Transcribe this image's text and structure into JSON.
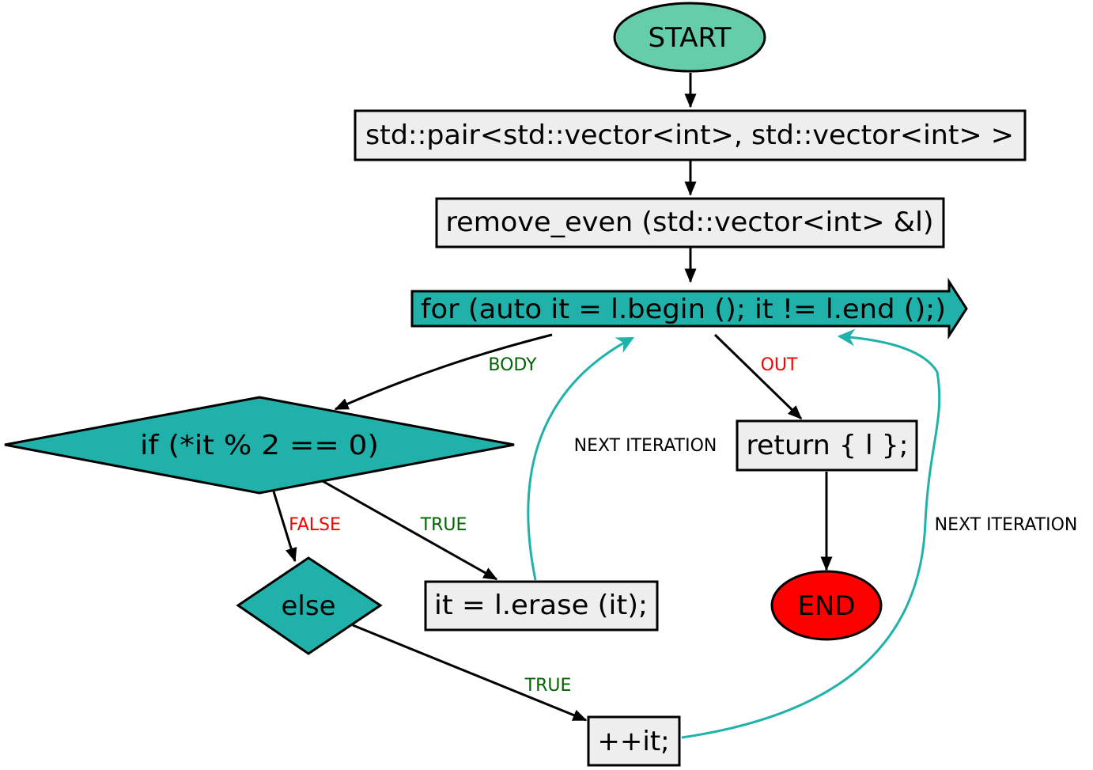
{
  "colors": {
    "start_fill": "#66cdaa",
    "end_fill": "#ff0000",
    "loop_fill": "#20b2aa",
    "box_fill": "#eeeeee",
    "back_edge": "#20b2aa",
    "label_true": "#006400",
    "label_false": "#ff0000",
    "label_neutral": "#000000"
  },
  "nodes": {
    "start": "START",
    "signature": "std::pair<std::vector<int>, std::vector<int> >",
    "function": "remove_even (std::vector<int> &l)",
    "loop": "for (auto it = l.begin (); it != l.end ();)",
    "condition": "if (*it % 2 == 0)",
    "else_node": "else",
    "erase": "it = l.erase (it);",
    "increment": "++it;",
    "return_stmt": "return { l };",
    "end": "END"
  },
  "edge_labels": {
    "body": "BODY",
    "out": "OUT",
    "false_branch": "FALSE",
    "true_branch": "TRUE",
    "else_true": "TRUE",
    "next_iteration_1": "NEXT ITERATION",
    "next_iteration_2": "NEXT ITERATION"
  }
}
